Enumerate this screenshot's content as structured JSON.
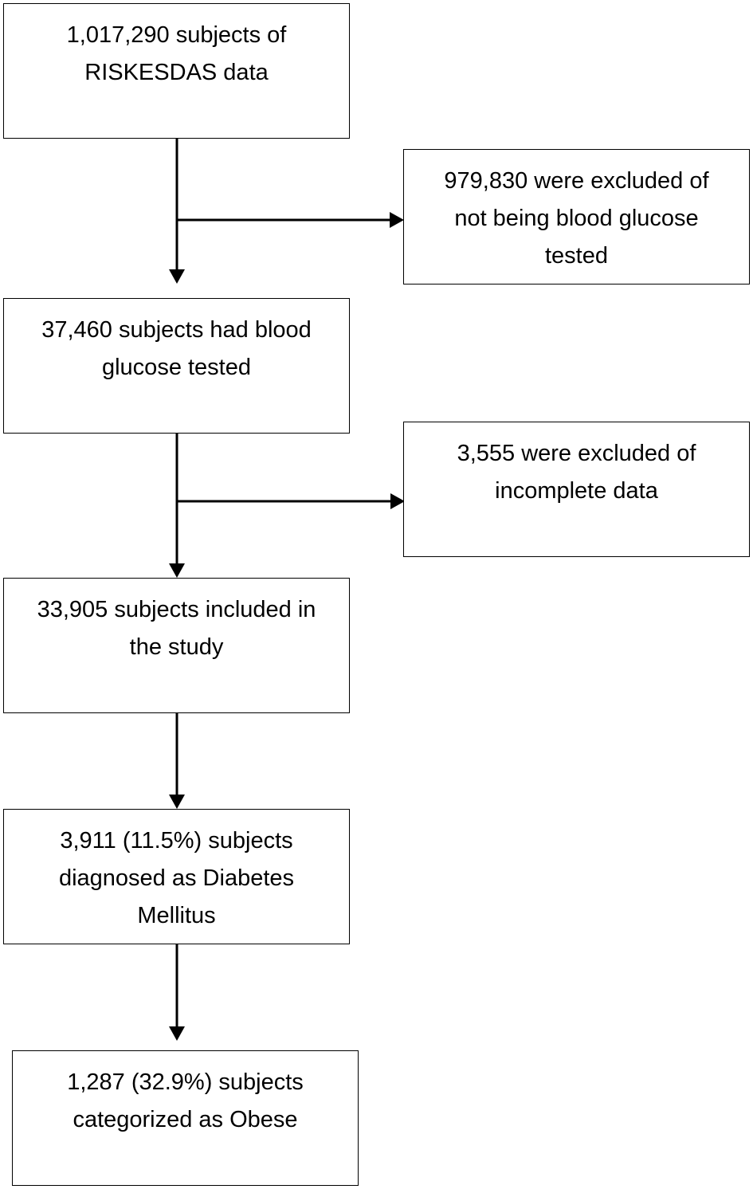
{
  "flowchart": {
    "nodes": {
      "total": {
        "lines": [
          "1,017,290 subjects of",
          "RISKESDAS data"
        ]
      },
      "excluded_glucose": {
        "lines": [
          "979,830 were excluded of",
          "not being blood glucose",
          "tested"
        ]
      },
      "glucose_tested": {
        "lines": [
          "37,460 subjects had blood",
          "glucose tested"
        ]
      },
      "excluded_incomplete": {
        "lines": [
          "3,555 were excluded of",
          "incomplete data"
        ]
      },
      "included": {
        "lines": [
          "33,905 subjects included in",
          "the study"
        ]
      },
      "diabetes": {
        "lines": [
          "3,911 (11.5%) subjects",
          "diagnosed as Diabetes",
          "Mellitus"
        ]
      },
      "obese": {
        "lines": [
          "1,287 (32.9%) subjects",
          "categorized as Obese"
        ]
      }
    },
    "edges": [
      {
        "from": "total",
        "to": "glucose_tested"
      },
      {
        "from": "total",
        "to": "excluded_glucose"
      },
      {
        "from": "glucose_tested",
        "to": "included"
      },
      {
        "from": "glucose_tested",
        "to": "excluded_incomplete"
      },
      {
        "from": "included",
        "to": "diabetes"
      },
      {
        "from": "diabetes",
        "to": "obese"
      }
    ],
    "colors": {
      "stroke": "#000000",
      "fill": "#ffffff",
      "text": "#000000"
    }
  }
}
